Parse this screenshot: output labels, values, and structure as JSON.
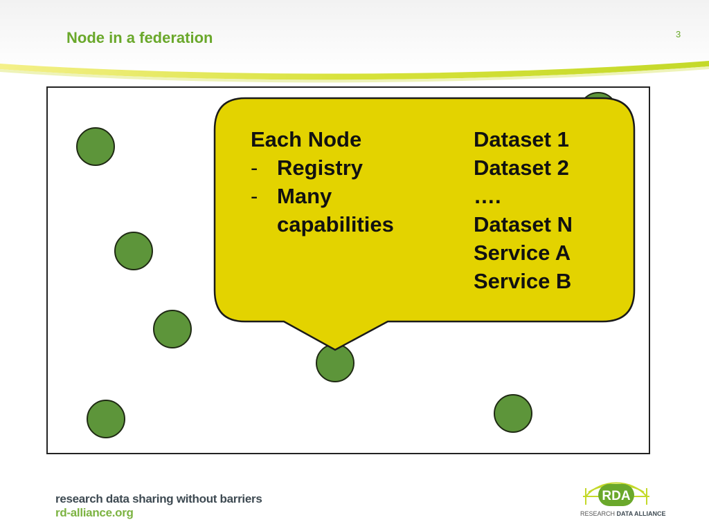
{
  "slide": {
    "title": "Node in a federation",
    "number": "3"
  },
  "callout": {
    "left_heading": "Each Node",
    "left_bullets": [
      "Registry",
      "Many"
    ],
    "left_continuation": "capabilities",
    "bullet_marker": "-",
    "right_items": [
      "Dataset 1",
      "Dataset 2",
      "….",
      "Dataset N",
      "Service A",
      "Service B"
    ]
  },
  "footer": {
    "tagline": "research data sharing without barriers",
    "url": "rd-alliance.org",
    "logo_text": "RDA",
    "logo_sub_plain": "RESEARCH",
    "logo_sub_bold": "DATA ALLIANCE"
  },
  "colors": {
    "accent_green": "#6aa82b",
    "node_green": "#5d953a",
    "callout_fill": "#e3d300"
  }
}
